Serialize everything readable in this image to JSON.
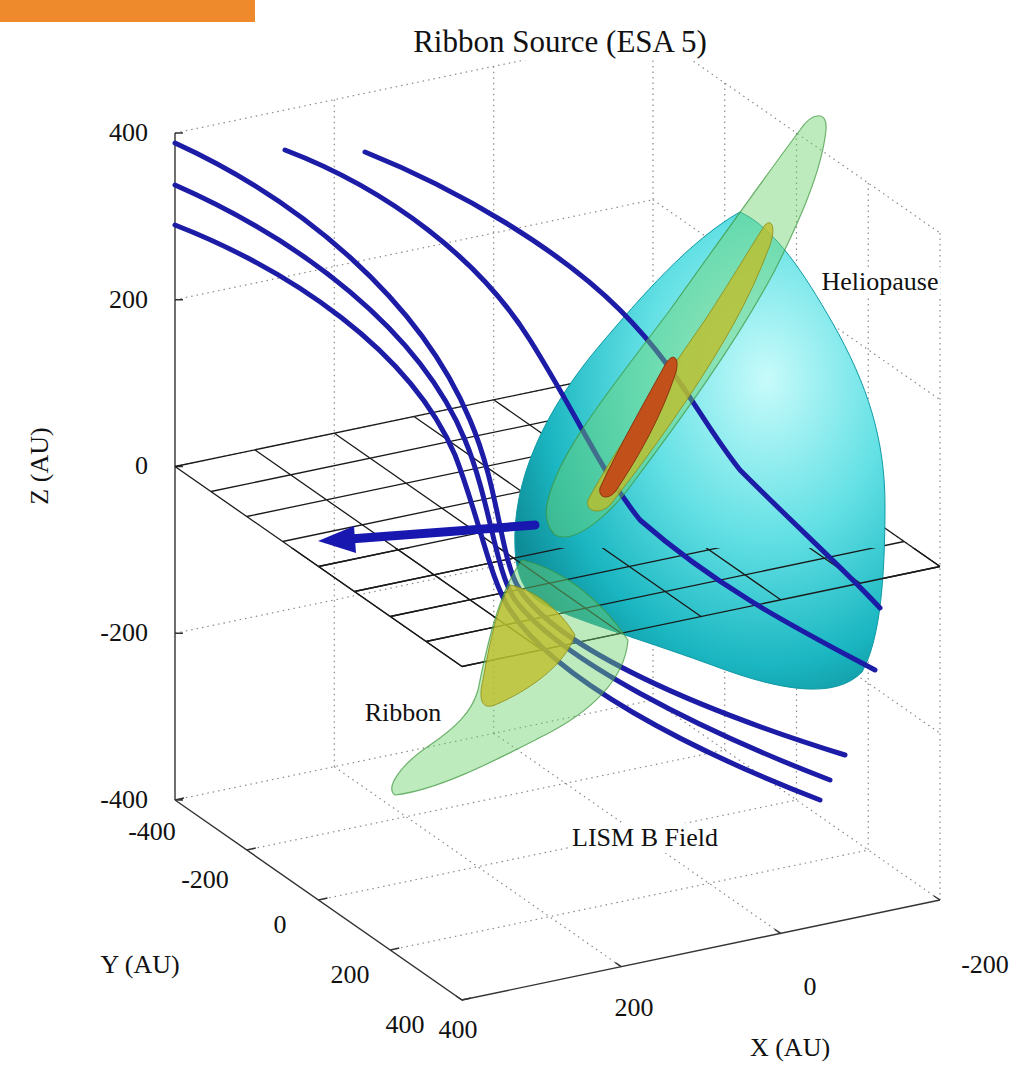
{
  "diagram": {
    "title": "Ribbon Source (ESA 5)",
    "labels": [
      "400",
      "200",
      "0",
      "-200",
      "-400",
      "Z (AU)",
      "-400",
      "-200",
      "0",
      "200",
      "400",
      "Y (AU)",
      "400",
      "200",
      "0",
      "-200",
      "X (AU)",
      "Heliopause",
      "Ribbon",
      "LISM B Field"
    ]
  }
}
